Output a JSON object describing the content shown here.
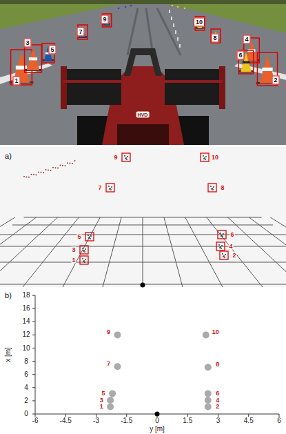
{
  "diagram": {
    "labels": [
      "1",
      "2",
      "3",
      "4",
      "5",
      "6",
      "7",
      "8",
      "9",
      "10",
      "HVD",
      "a)",
      "1",
      "2",
      "3",
      "4",
      "5",
      "6",
      "7",
      "8",
      "9",
      "10",
      "b)",
      "1",
      "2",
      "3",
      "4",
      "5",
      "6",
      "7",
      "8",
      "9",
      "10",
      "0",
      "2",
      "4",
      "6",
      "8",
      "10",
      "12",
      "14",
      "16",
      "18",
      "-6",
      "-4.5",
      "-3",
      "-1.5",
      "0",
      "1.5",
      "3",
      "4.5",
      "6",
      "x [m]",
      "y [m]"
    ]
  }
}
